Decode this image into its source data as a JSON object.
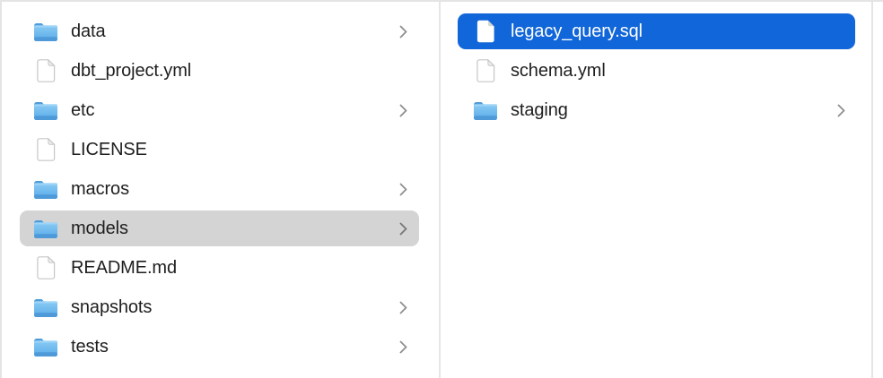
{
  "app": {
    "view": "finder-column-browser"
  },
  "colors": {
    "selection_blue": "#1166d9",
    "selection_gray": "#d4d4d4",
    "divider": "#e5e5e5",
    "text": "#1e1e1e",
    "text_selected": "#ffffff",
    "chevron": "#8f8f8f",
    "folder_top": "#8acbf4",
    "folder_bottom": "#58aae8"
  },
  "icons": {
    "folder": "folder-icon",
    "file": "document-icon",
    "chevron": "chevron-right-icon"
  },
  "columns": [
    {
      "name": "column-1",
      "items": [
        {
          "label": "data",
          "type": "folder",
          "chevron": true,
          "selected": "none"
        },
        {
          "label": "dbt_project.yml",
          "type": "file",
          "chevron": false,
          "selected": "none"
        },
        {
          "label": "etc",
          "type": "folder",
          "chevron": true,
          "selected": "none"
        },
        {
          "label": "LICENSE",
          "type": "file",
          "chevron": false,
          "selected": "none"
        },
        {
          "label": "macros",
          "type": "folder",
          "chevron": true,
          "selected": "none"
        },
        {
          "label": "models",
          "type": "folder",
          "chevron": true,
          "selected": "inactive"
        },
        {
          "label": "README.md",
          "type": "file",
          "chevron": false,
          "selected": "none"
        },
        {
          "label": "snapshots",
          "type": "folder",
          "chevron": true,
          "selected": "none"
        },
        {
          "label": "tests",
          "type": "folder",
          "chevron": true,
          "selected": "none"
        }
      ]
    },
    {
      "name": "column-2",
      "items": [
        {
          "label": "legacy_query.sql",
          "type": "file",
          "chevron": false,
          "selected": "active"
        },
        {
          "label": "schema.yml",
          "type": "file",
          "chevron": false,
          "selected": "none"
        },
        {
          "label": "staging",
          "type": "folder",
          "chevron": true,
          "selected": "none"
        }
      ]
    }
  ]
}
